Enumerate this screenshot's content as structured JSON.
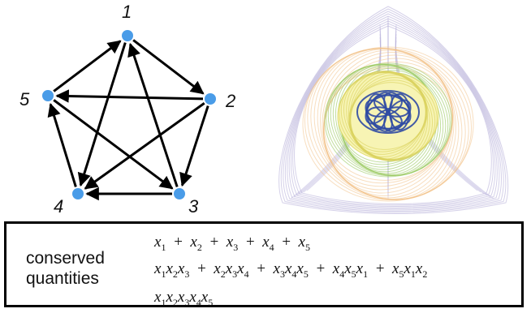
{
  "graph": {
    "nodes": [
      {
        "id": "1",
        "label": "1"
      },
      {
        "id": "2",
        "label": "2"
      },
      {
        "id": "3",
        "label": "3"
      },
      {
        "id": "4",
        "label": "4"
      },
      {
        "id": "5",
        "label": "5"
      }
    ],
    "edges": [
      {
        "from": "1",
        "to": "2"
      },
      {
        "from": "2",
        "to": "3"
      },
      {
        "from": "3",
        "to": "4"
      },
      {
        "from": "4",
        "to": "5"
      },
      {
        "from": "5",
        "to": "1"
      },
      {
        "from": "1",
        "to": "4"
      },
      {
        "from": "2",
        "to": "4"
      },
      {
        "from": "2",
        "to": "5"
      },
      {
        "from": "3",
        "to": "1"
      },
      {
        "from": "5",
        "to": "3"
      }
    ],
    "node_color": "#4a9ce8",
    "edge_color": "#000000"
  },
  "orbit_colors": {
    "outer": "#b9b2db",
    "orange": "#f2c38a",
    "green": "#9fcc6a",
    "yellow": "#f1ef86",
    "inner": "#2f4aa3"
  },
  "conserved": {
    "label": "conserved quantities",
    "formula_1": "x1 + x2 + x3 + x4 + x5",
    "formula_2": "x1x2x3 + x2x3x4 + x3x4x5 + x4x5x1 + x5x1x2",
    "formula_3": "x1x2x3x4x5"
  }
}
